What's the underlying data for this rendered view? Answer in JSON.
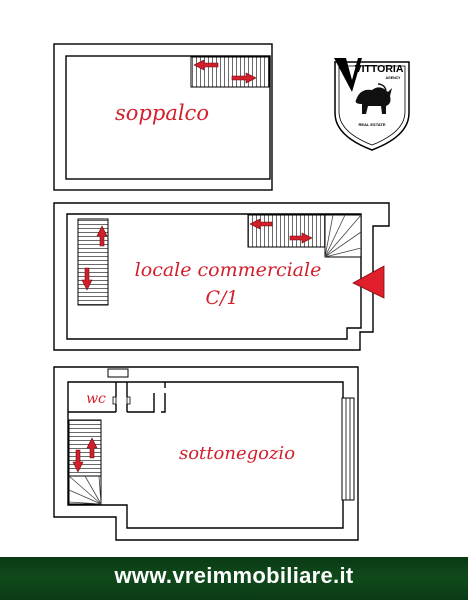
{
  "floors": {
    "mezzanine": {
      "label": "soppalco"
    },
    "ground": {
      "label_line1": "locale commerciale",
      "label_line2": "C/1"
    },
    "basement": {
      "label": "sottonegozio",
      "wc_label": "wc"
    }
  },
  "logo": {
    "brand": "VITTORIA",
    "sub": "AGENCY",
    "tagline": "REAL ESTATE"
  },
  "footer": {
    "url": "www.vreimmobiliare.it"
  },
  "colors": {
    "accent": "#d21f2b",
    "footer_bg": "#0f4a1b",
    "wall": "#000000"
  },
  "icons": [
    "stair-arrow-icon",
    "entrance-arrow-icon",
    "bull-icon"
  ]
}
